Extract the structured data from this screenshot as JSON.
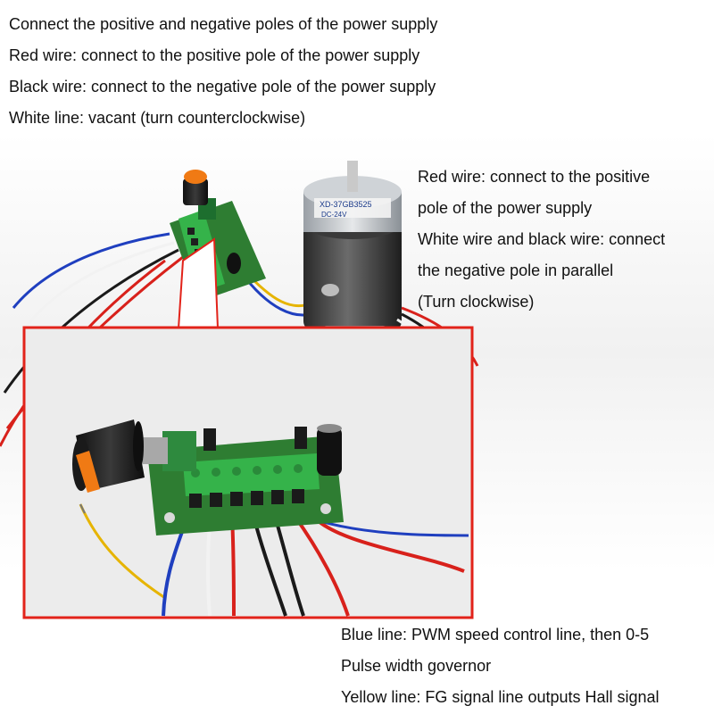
{
  "top_caption": {
    "lines": [
      "Connect the positive and negative poles of the power supply",
      "Red wire: connect to the positive pole of the power supply",
      "Black wire: connect to the negative pole of the power supply",
      "White line: vacant (turn counterclockwise)"
    ]
  },
  "right_caption": {
    "lines": [
      "Red wire: connect to the positive",
      "pole of the power supply",
      "White wire and black wire: connect",
      "the negative pole in parallel",
      "(Turn clockwise)"
    ]
  },
  "bottom_caption": {
    "lines": [
      "Blue line: PWM speed control line, then 0-5",
      "Pulse width governor",
      "Yellow line: FG signal line outputs Hall signal"
    ]
  },
  "motor_label": {
    "model": "XD-37GB3525",
    "voltage": "DC-24V"
  },
  "colors": {
    "highlight_frame": "#e2231a",
    "red_wire": "#d8211b",
    "black_wire": "#1a1a1a",
    "white_wire": "#f2f2f2",
    "blue_wire": "#1f3fbf",
    "yellow_wire": "#e6b400",
    "pcb_green": "#2e7d32",
    "terminal_green": "#35b34a",
    "knob_orange": "#f07a14"
  }
}
